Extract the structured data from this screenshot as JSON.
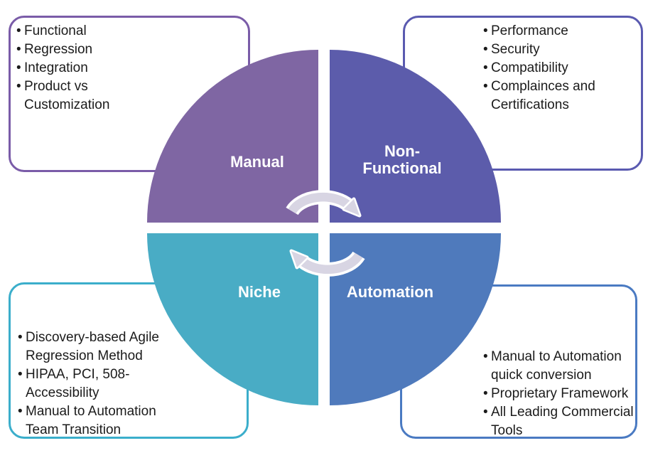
{
  "ui": {
    "bullet": "•"
  },
  "colors": {
    "quadrant_manual": "#7F66A3",
    "quadrant_non_functional": "#5C5CAB",
    "quadrant_niche": "#49ACC5",
    "quadrant_automation": "#4F7ABC",
    "box_border_manual": "#7A5CA8",
    "box_border_non_functional": "#5A5AB0",
    "box_border_niche": "#3BAECB",
    "box_border_automation": "#4A7AC2",
    "arrow_fill": "#D8D5E3",
    "arrow_outline": "#FFFFFF",
    "label_text": "#FFFFFF",
    "list_text": "#1B1B1B",
    "background": "#FFFFFF"
  },
  "quadrants": {
    "manual": {
      "label": "Manual"
    },
    "non_functional": {
      "label": "Non-Functional"
    },
    "niche": {
      "label": "Niche"
    },
    "automation": {
      "label": "Automation"
    }
  },
  "boxes": {
    "manual": {
      "items": [
        "Functional",
        "Regression",
        "Integration",
        "Product vs Customization"
      ]
    },
    "non_functional": {
      "items": [
        "Performance",
        "Security",
        "Compatibility",
        "Complainces and Certifications"
      ]
    },
    "niche": {
      "items": [
        "Discovery-based Agile Regression Method",
        "HIPAA, PCI, 508-Accessibility",
        "Manual to Automation Team Transition"
      ]
    },
    "automation": {
      "items": [
        "Manual to Automation quick conversion",
        "Proprietary Framework",
        "All Leading Commercial Tools"
      ]
    }
  },
  "center": {
    "icon": "cycle-arrows"
  }
}
